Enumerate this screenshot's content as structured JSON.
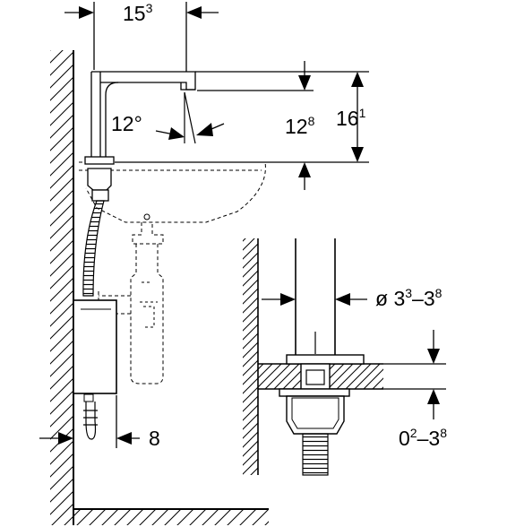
{
  "dimensions": {
    "spout_reach": {
      "main": "15",
      "sup": "3"
    },
    "spout_angle": "12°",
    "spout_clearance": {
      "main": "12",
      "sup": "8"
    },
    "tap_height": {
      "main": "16",
      "sup": "1"
    },
    "wall_offset": "8",
    "hole_diameter": {
      "prefix": "ø ",
      "a": "3",
      "a_sup": "3",
      "sep": "–",
      "b": "3",
      "b_sup": "8"
    },
    "countertop_thickness": {
      "a": "0",
      "a_sup": "2",
      "sep": "–",
      "b": "3",
      "b_sup": "8"
    }
  }
}
